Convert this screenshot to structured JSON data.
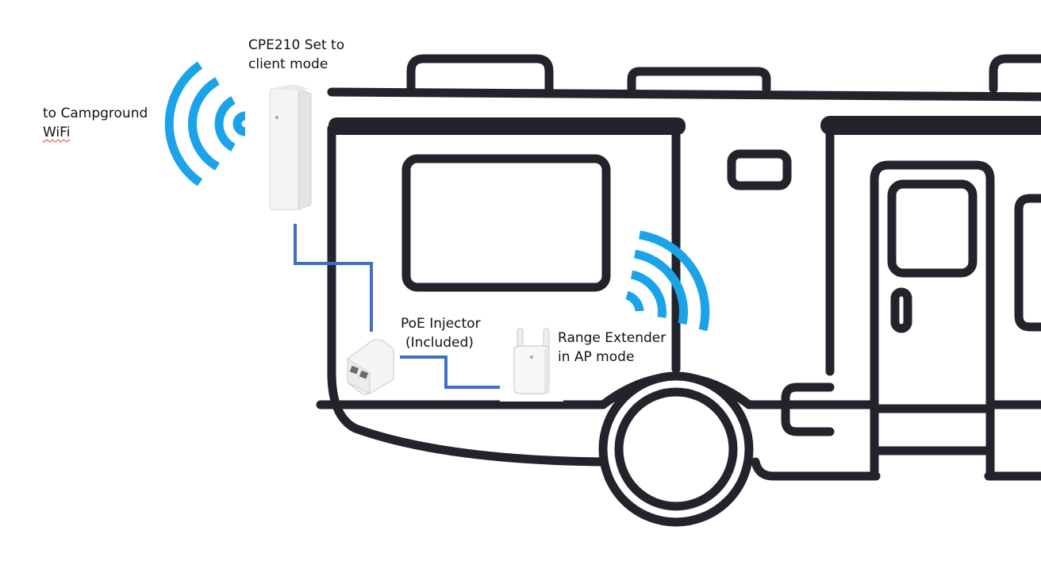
{
  "labels": {
    "campground_line1": "to Campground",
    "campground_line2": "WiFi",
    "cpe_line1": "CPE210 Set to",
    "cpe_line2": "client mode",
    "poe_line1": "PoE Injector",
    "poe_line2": "(Included)",
    "extender_line1": "Range Extender",
    "extender_line2": "in AP mode"
  },
  "colors": {
    "wifi_signal": "#1ba3ea",
    "cable": "#3f6fc4",
    "rv_outline": "#23232b",
    "device_body": "#f7f7f7",
    "spellcheck_underline": "#e23b3b"
  },
  "icons": {
    "outdoor_signal": "wifi-waves-left-icon",
    "indoor_signal": "wifi-waves-right-icon",
    "cpe_device": "outdoor-access-point-icon",
    "poe_device": "poe-injector-icon",
    "extender_device": "range-extender-icon"
  }
}
